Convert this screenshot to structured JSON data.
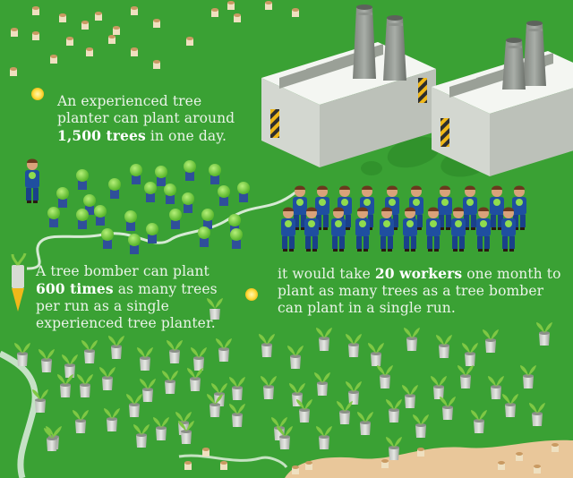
{
  "fact1": {
    "line1": "An experienced tree",
    "line2": "planter can plant around",
    "highlight": "1,500 trees",
    "tail": "in one day."
  },
  "fact2": {
    "line1": "A tree bomber can plant",
    "highlight": "600 times",
    "after_highlight": "as many trees",
    "line3": "per run as a single",
    "line4": "experienced tree planter."
  },
  "fact3": {
    "lead": "it would take",
    "highlight": "20 workers",
    "after_highlight": "one month to",
    "line2": "plant as many trees as a tree bomber",
    "line3": "can plant in a single run."
  },
  "colors": {
    "background": "#3aa134",
    "text": "#eaf3e8",
    "factory": "#e8ebe6",
    "seedling": "#7fc844",
    "worker_uniform": "#1f4fa0"
  }
}
